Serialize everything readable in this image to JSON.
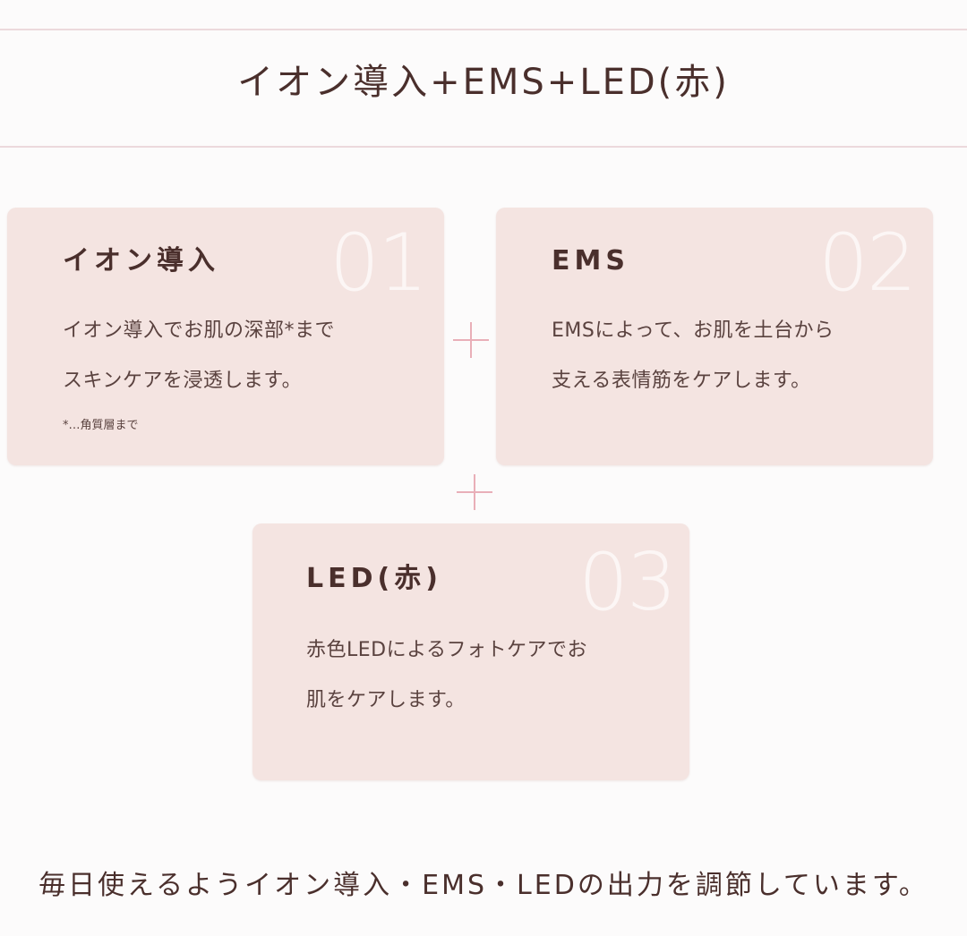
{
  "title": "イオン導入+EMS+LED(赤)",
  "cards": [
    {
      "number": "01",
      "heading": "イオン導入",
      "lines": [
        "イオン導入でお肌の深部*まで",
        "スキンケアを浸透します。"
      ],
      "note": "*…角質層まで"
    },
    {
      "number": "02",
      "heading": "EMS",
      "lines": [
        "EMSによって、お肌を土台から",
        "支える表情筋をケアします。"
      ]
    },
    {
      "number": "03",
      "heading": "LED(赤)",
      "lines": [
        "赤色LEDによるフォトケアでお",
        "肌をケアします。"
      ]
    }
  ],
  "footer": "毎日使えるようイオン導入・EMS・LEDの出力を調節しています。",
  "colors": {
    "background": "#fcfbfb",
    "card": "#f4e4e1",
    "text": "#4a2f2c",
    "plus": "#e9afb8",
    "rule": "#ecd9dc"
  },
  "icons": [
    "plus-icon",
    "plus-icon"
  ]
}
